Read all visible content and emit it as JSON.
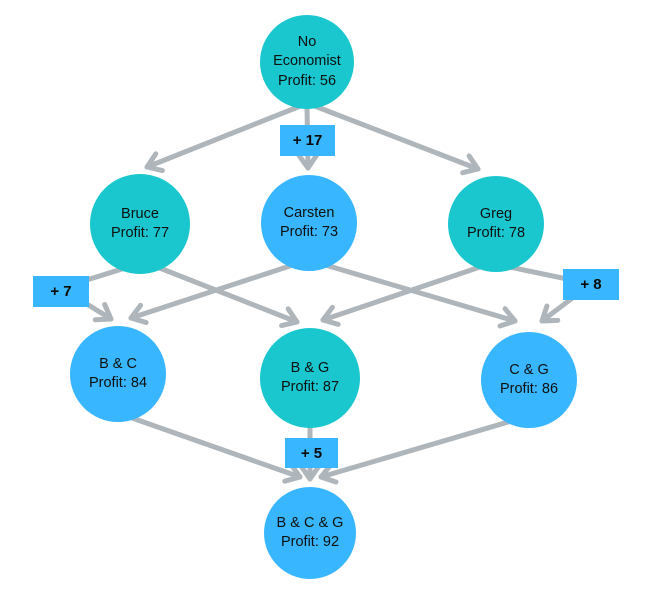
{
  "diagram": {
    "type": "lattice-graph",
    "background": "#ffffff",
    "colors": {
      "teal": "#1ac7cf",
      "blue": "#38b6ff",
      "edge": "#aeb5bb",
      "label_text": "#101010"
    },
    "nodes": [
      {
        "id": "no-economist",
        "name": "No Economist",
        "profit": "Profit: 56",
        "color": "teal"
      },
      {
        "id": "bruce",
        "name": "Bruce",
        "profit": "Profit: 77",
        "color": "teal"
      },
      {
        "id": "carsten",
        "name": "Carsten",
        "profit": "Profit: 73",
        "color": "blue"
      },
      {
        "id": "greg",
        "name": "Greg",
        "profit": "Profit: 78",
        "color": "teal"
      },
      {
        "id": "b-c",
        "name": "B & C",
        "profit": "Profit: 84",
        "color": "blue"
      },
      {
        "id": "b-g",
        "name": "B & G",
        "profit": "Profit: 87",
        "color": "teal"
      },
      {
        "id": "c-g",
        "name": "C & G",
        "profit": "Profit: 86",
        "color": "blue"
      },
      {
        "id": "b-c-g",
        "name": "B & C & G",
        "profit": "Profit: 92",
        "color": "blue"
      }
    ],
    "edge_labels": [
      {
        "id": "plus-17",
        "text": "+ 17",
        "from": "no-economist",
        "to": "carsten"
      },
      {
        "id": "plus-7",
        "text": "+ 7",
        "from": "bruce",
        "to": "b-c"
      },
      {
        "id": "plus-8",
        "text": "+ 8",
        "from": "greg",
        "to": "c-g"
      },
      {
        "id": "plus-5",
        "text": "+ 5",
        "from": "b-g",
        "to": "b-c-g"
      }
    ],
    "edges": [
      {
        "from": "no-economist",
        "to": "bruce"
      },
      {
        "from": "no-economist",
        "to": "carsten",
        "label": "+ 17"
      },
      {
        "from": "no-economist",
        "to": "greg"
      },
      {
        "from": "bruce",
        "to": "b-c",
        "label": "+ 7"
      },
      {
        "from": "bruce",
        "to": "b-g"
      },
      {
        "from": "carsten",
        "to": "b-c"
      },
      {
        "from": "carsten",
        "to": "c-g"
      },
      {
        "from": "greg",
        "to": "b-g"
      },
      {
        "from": "greg",
        "to": "c-g",
        "label": "+ 8"
      },
      {
        "from": "b-c",
        "to": "b-c-g"
      },
      {
        "from": "b-g",
        "to": "b-c-g",
        "label": "+ 5"
      },
      {
        "from": "c-g",
        "to": "b-c-g"
      }
    ]
  }
}
